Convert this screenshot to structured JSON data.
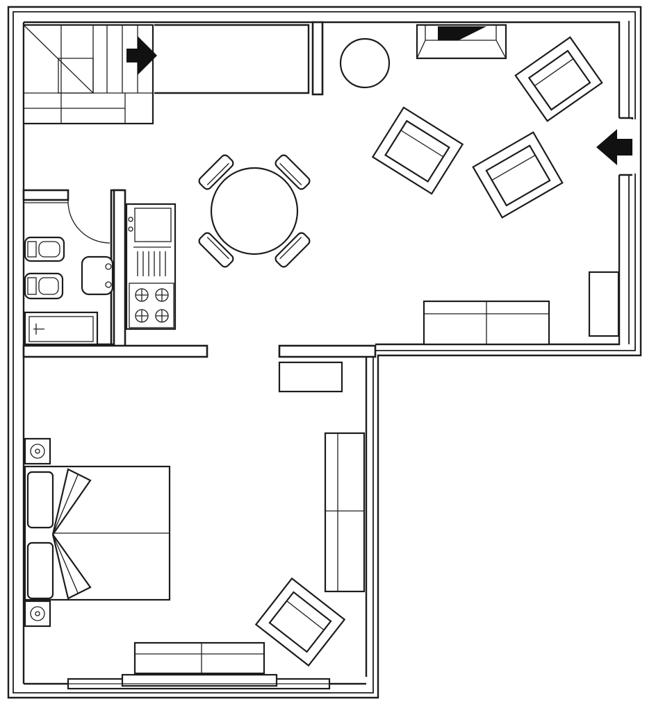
{
  "plan": {
    "colors": {
      "line": "#1c1c1c",
      "paper": "#ffffff",
      "arrow": "#111111"
    },
    "rooms": [
      "living-room",
      "kitchen",
      "bathroom",
      "bedroom",
      "staircase"
    ],
    "furniture": {
      "armchairs_living": 3,
      "armchairs_bedroom": 1,
      "dining_chairs": 4,
      "sofas": 3,
      "double_bed": 1,
      "hob_burners": 4
    },
    "icons": [
      "stair-direction-arrow-icon",
      "entrance-arrow-icon",
      "chimney-arrow-icon"
    ]
  }
}
